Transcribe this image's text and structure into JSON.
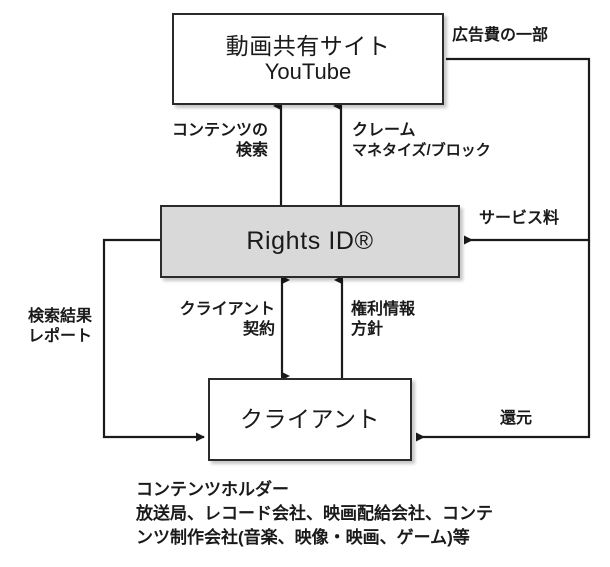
{
  "diagram": {
    "title": "Rights ID flow diagram",
    "colors": {
      "stroke": "#2b2b2b",
      "shaded_fill": "#d9d9d9",
      "box_fill": "#ffffff",
      "text": "#1a1a1a"
    },
    "nodes": {
      "youtube": {
        "line1": "動画共有サイト",
        "line2": "YouTube"
      },
      "rights_id": {
        "line1": "Rights ID®"
      },
      "client": {
        "line1": "クライアント"
      }
    },
    "edge_labels": {
      "ad_share": {
        "line1": "広告費の一部"
      },
      "content_search": {
        "line1": "コンテンツの",
        "line2": "検索"
      },
      "claim": {
        "line1": "クレーム",
        "line2": "マネタイズ/ブロック"
      },
      "service_fee": {
        "line1": "サービス料"
      },
      "search_report": {
        "line1": "検索結果",
        "line2": "レポート"
      },
      "client_contract": {
        "line1": "クライアント",
        "line2": "契約"
      },
      "rights_info": {
        "line1": "権利情報",
        "line2": "方針"
      },
      "kangen": {
        "line1": "還元"
      }
    },
    "caption": {
      "line1": "コンテンツホルダー",
      "line2": "放送局、レコード会社、映画配給会社、コンテ",
      "line3": "ンツ制作会社(音楽、映像・映画、ゲーム)等"
    }
  }
}
